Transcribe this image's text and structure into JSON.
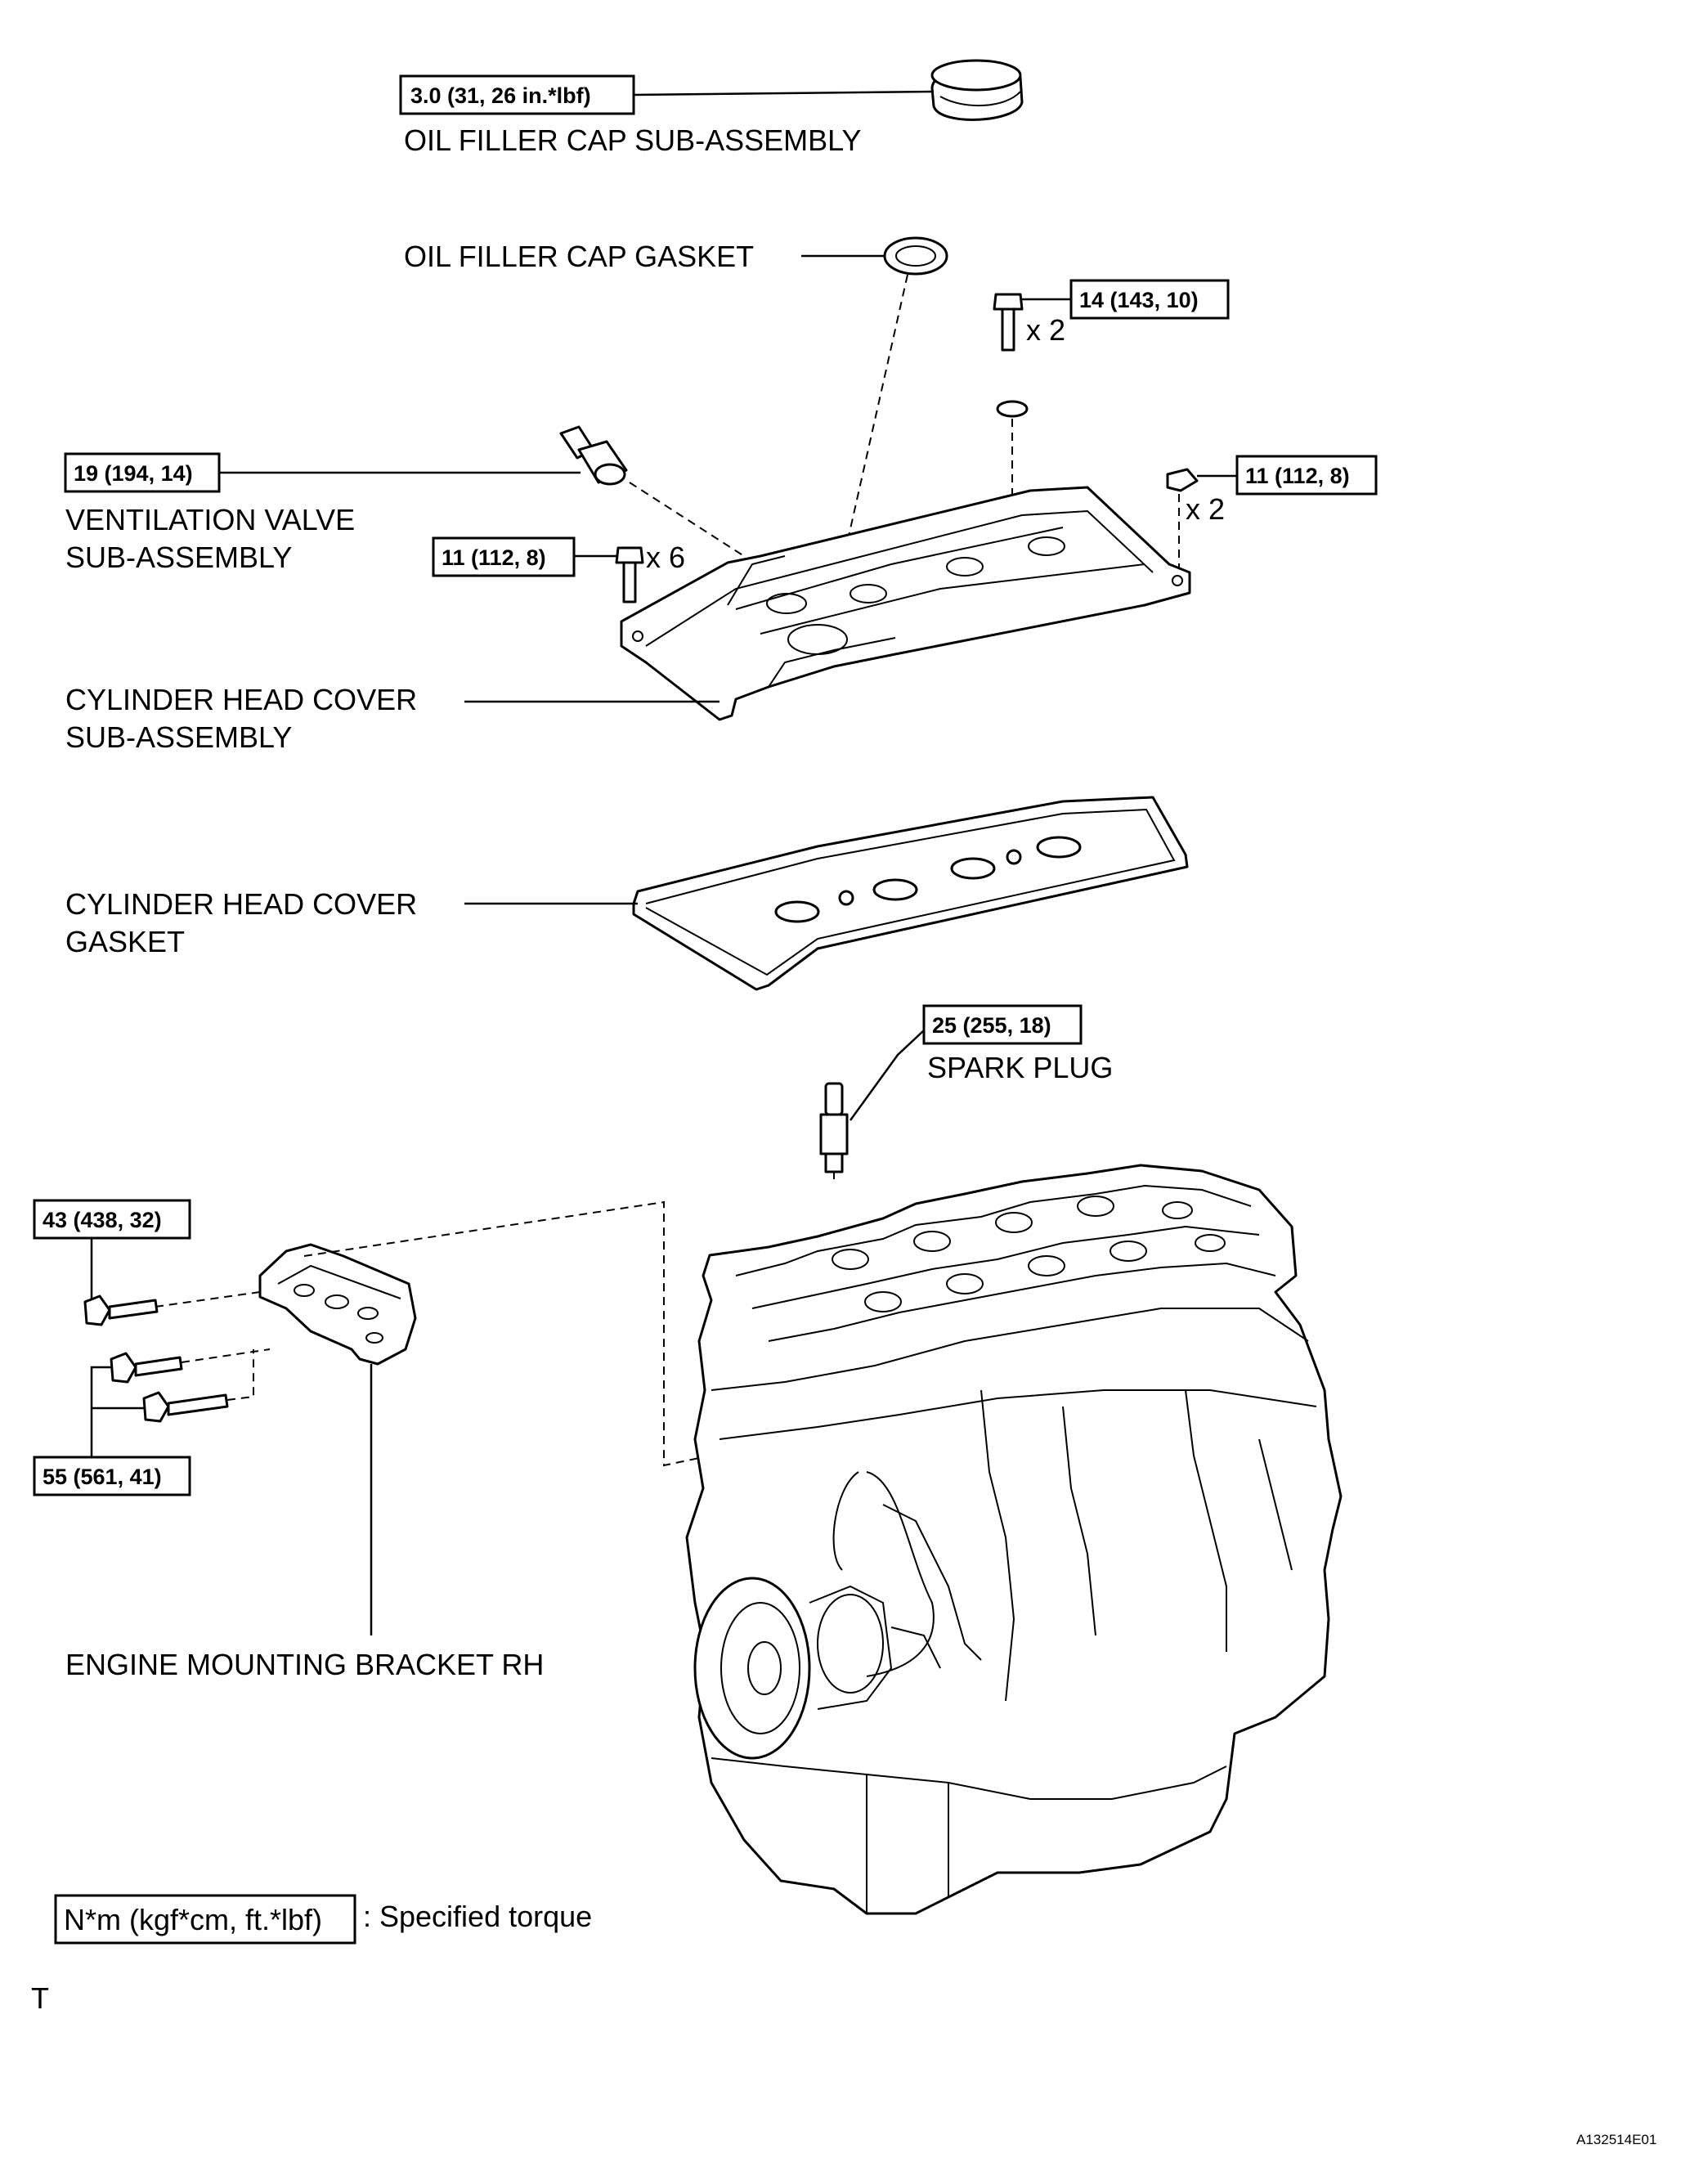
{
  "labels": {
    "oil_filler_cap": "OIL FILLER CAP SUB-ASSEMBLY",
    "oil_filler_cap_gasket": "OIL FILLER CAP GASKET",
    "ventilation_valve_1": "VENTILATION VALVE",
    "ventilation_valve_2": "SUB-ASSEMBLY",
    "cyl_head_cover_1": "CYLINDER HEAD COVER",
    "cyl_head_cover_2": "SUB-ASSEMBLY",
    "cyl_head_gasket_1": "CYLINDER HEAD COVER",
    "cyl_head_gasket_2": "GASKET",
    "spark_plug": "SPARK PLUG",
    "engine_bracket": "ENGINE MOUNTING BRACKET RH"
  },
  "torques": {
    "oil_cap": "3.0 (31, 26 in.*lbf)",
    "bolt_top": "14 (143, 10)",
    "valve": "19 (194, 14)",
    "nut_right": "11 (112, 8)",
    "bolt_left": "11 (112, 8)",
    "spark_plug": "25 (255, 18)",
    "bracket_top": "43 (438, 32)",
    "bracket_bottom": "55 (561, 41)"
  },
  "quantities": {
    "bolt_top": "x 2",
    "nut_right": "x 2",
    "bolt_left": "x 6"
  },
  "legend": {
    "unit": "N*m (kgf*cm, ft.*lbf)",
    "text": ": Specified torque"
  },
  "marker": "T",
  "figure_code": "A132514E01"
}
